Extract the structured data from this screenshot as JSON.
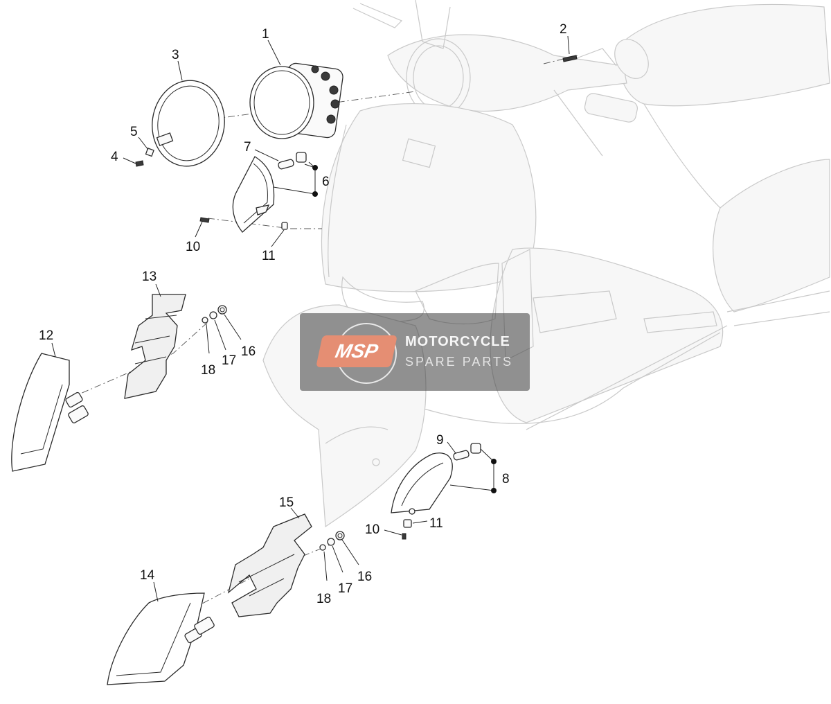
{
  "diagram": {
    "callouts": [
      {
        "id": "c1",
        "text": "1"
      },
      {
        "id": "c2",
        "text": "2"
      },
      {
        "id": "c3",
        "text": "3"
      },
      {
        "id": "c4",
        "text": "4"
      },
      {
        "id": "c5",
        "text": "5"
      },
      {
        "id": "c6",
        "text": "6"
      },
      {
        "id": "c7",
        "text": "7"
      },
      {
        "id": "c8",
        "text": "8"
      },
      {
        "id": "c9",
        "text": "9"
      },
      {
        "id": "c10a",
        "text": "10"
      },
      {
        "id": "c10b",
        "text": "10"
      },
      {
        "id": "c11a",
        "text": "11"
      },
      {
        "id": "c11b",
        "text": "11"
      },
      {
        "id": "c12",
        "text": "12"
      },
      {
        "id": "c13",
        "text": "13"
      },
      {
        "id": "c14",
        "text": "14"
      },
      {
        "id": "c15",
        "text": "15"
      },
      {
        "id": "c16a",
        "text": "16"
      },
      {
        "id": "c16b",
        "text": "16"
      },
      {
        "id": "c17a",
        "text": "17"
      },
      {
        "id": "c17b",
        "text": "17"
      },
      {
        "id": "c18a",
        "text": "18"
      },
      {
        "id": "c18b",
        "text": "18"
      }
    ]
  },
  "watermark": {
    "logo_text": "MSP",
    "title": "MOTORCYCLE",
    "subtitle": "SPARE PARTS"
  }
}
